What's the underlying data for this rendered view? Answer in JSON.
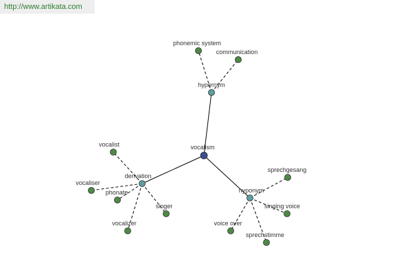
{
  "header": {
    "url": "http://www.artikata.com"
  },
  "colors": {
    "root": "#3c4f91",
    "relation": "#5f9ea0",
    "leaf": "#4e8a46",
    "solid_edge": "#000000",
    "dashed_edge": "#000000",
    "label": "#333333"
  },
  "graph": {
    "root": {
      "id": "root",
      "label": "vocalism"
    },
    "relations": [
      {
        "id": "rel-hypernym",
        "label": "hypernym"
      },
      {
        "id": "rel-derivation",
        "label": "derivation"
      },
      {
        "id": "rel-hyponym",
        "label": "hyponym"
      }
    ],
    "leaves": [
      {
        "id": "leaf-phonemic-system",
        "parent": "rel-hypernym",
        "label": "phonemic system"
      },
      {
        "id": "leaf-communication",
        "parent": "rel-hypernym",
        "label": "communication"
      },
      {
        "id": "leaf-vocalist",
        "parent": "rel-derivation",
        "label": "vocalist"
      },
      {
        "id": "leaf-vocaliser",
        "parent": "rel-derivation",
        "label": "vocaliser"
      },
      {
        "id": "leaf-phonate",
        "parent": "rel-derivation",
        "label": "phonate"
      },
      {
        "id": "leaf-singer",
        "parent": "rel-derivation",
        "label": "singer"
      },
      {
        "id": "leaf-vocalizer",
        "parent": "rel-derivation",
        "label": "vocalizer"
      },
      {
        "id": "leaf-sprechgesang",
        "parent": "rel-hyponym",
        "label": "sprechgesang"
      },
      {
        "id": "leaf-singing-voice",
        "parent": "rel-hyponym",
        "label": "singing voice"
      },
      {
        "id": "leaf-voice-over",
        "parent": "rel-hyponym",
        "label": "voice over"
      },
      {
        "id": "leaf-sprechstimme",
        "parent": "rel-hyponym",
        "label": "sprechstimme"
      }
    ]
  }
}
